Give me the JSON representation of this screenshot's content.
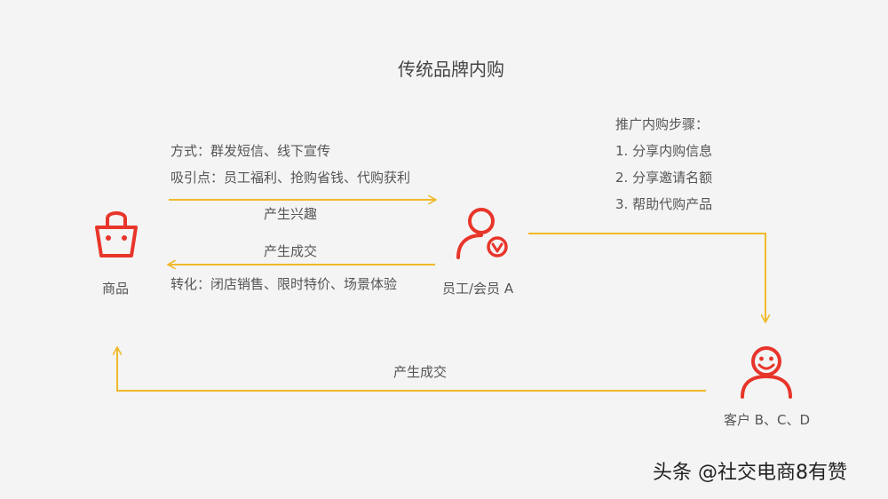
{
  "title": "传统品牌内购",
  "top_block": {
    "method": "方式：群发短信、线下宣传",
    "attraction": "吸引点：员工福利、抢购省钱、代购获利"
  },
  "arrows": {
    "interest": "产生兴趣",
    "deal_top": "产生成交",
    "deal_bottom": "产生成交"
  },
  "conversion": "转化：闭店销售、限时特价、场景体验",
  "steps": {
    "heading": "推广内购步骤：",
    "items": [
      "1. 分享内购信息",
      "2. 分享邀请名额",
      "3. 帮助代购产品"
    ]
  },
  "nodes": {
    "product": "商品",
    "employee": "员工/会员 A",
    "customer": "客户 B、C、D"
  },
  "watermark": "头条 @社交电商8有赞",
  "colors": {
    "arrow": "#f0b92a",
    "icon": "#e8352a",
    "text": "#555555"
  }
}
